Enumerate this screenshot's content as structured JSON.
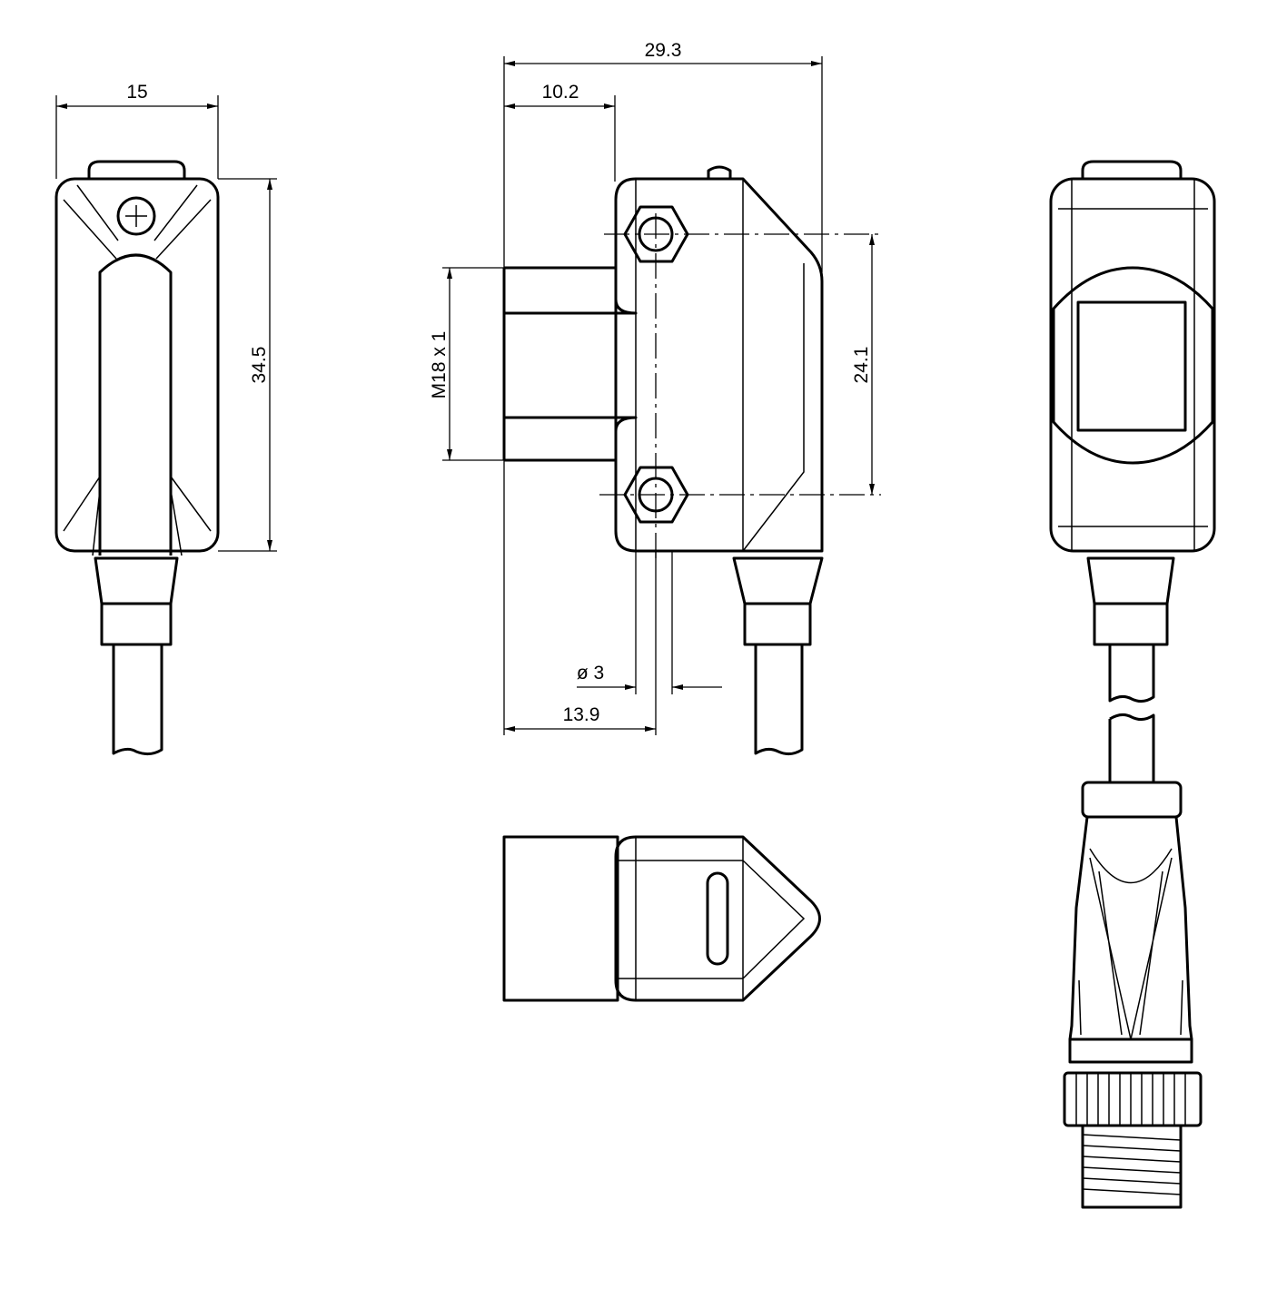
{
  "title": "Sensor dimensional drawing",
  "dimensions": {
    "width_front": "15",
    "height_front": "34.5",
    "overall_depth": "29.3",
    "thread_offset": "10.2",
    "thread": "M18 x 1",
    "hole_spacing": "24.1",
    "hole_diameter": "ø 3",
    "hole_offset": "13.9"
  },
  "colors": {
    "line": "#000000",
    "background": "#ffffff"
  }
}
